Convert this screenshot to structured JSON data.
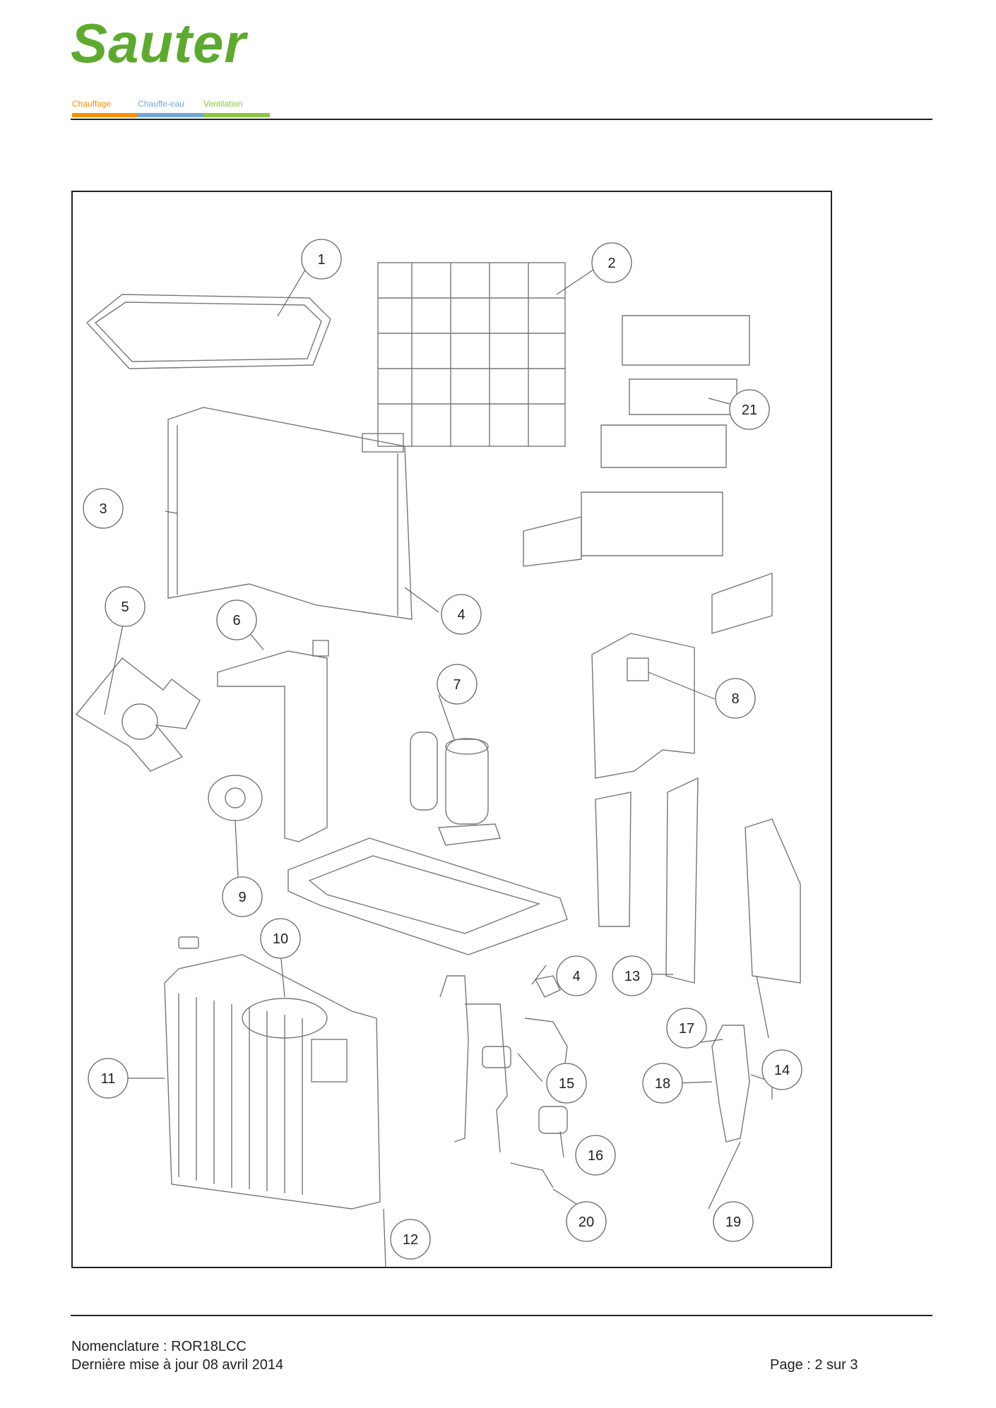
{
  "header": {
    "brand": "Sauter",
    "brand_color": "#5daa2f",
    "categories": [
      {
        "label": "Chauffage",
        "color": "#f39200"
      },
      {
        "label": "Chauffe-eau",
        "color": "#6fa8dc"
      },
      {
        "label": "Ventilation",
        "color": "#8cc63f"
      }
    ]
  },
  "diagram": {
    "callouts": [
      "1",
      "2",
      "21",
      "3",
      "4",
      "5",
      "6",
      "7",
      "8",
      "9",
      "10",
      "4",
      "13",
      "11",
      "17",
      "15",
      "18",
      "14",
      "16",
      "20",
      "19",
      "12"
    ]
  },
  "footer": {
    "line1": "Nomenclature : ROR18LCC",
    "line2": "Dernière mise à jour 08 avril 2014",
    "page": "Page : 2 sur 3"
  }
}
